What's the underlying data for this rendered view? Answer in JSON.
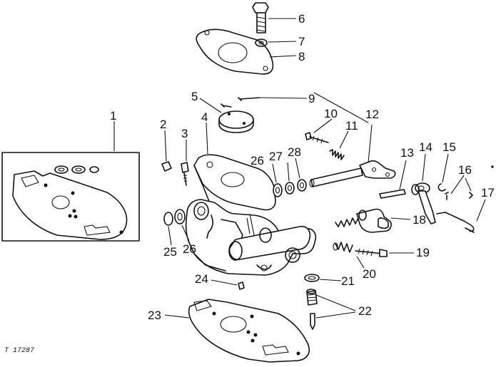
{
  "figure_ref": "T 17287",
  "callouts": [
    {
      "n": "1"
    },
    {
      "n": "2"
    },
    {
      "n": "3"
    },
    {
      "n": "4"
    },
    {
      "n": "5"
    },
    {
      "n": "6"
    },
    {
      "n": "7"
    },
    {
      "n": "8"
    },
    {
      "n": "9"
    },
    {
      "n": "10"
    },
    {
      "n": "11"
    },
    {
      "n": "12"
    },
    {
      "n": "13"
    },
    {
      "n": "14"
    },
    {
      "n": "15"
    },
    {
      "n": "16"
    },
    {
      "n": "17"
    },
    {
      "n": "18"
    },
    {
      "n": "19"
    },
    {
      "n": "20"
    },
    {
      "n": "21"
    },
    {
      "n": "22"
    },
    {
      "n": "23"
    },
    {
      "n": "24"
    },
    {
      "n": "25"
    },
    {
      "n": "26"
    },
    {
      "n": "26"
    },
    {
      "n": "27"
    },
    {
      "n": "28"
    }
  ]
}
